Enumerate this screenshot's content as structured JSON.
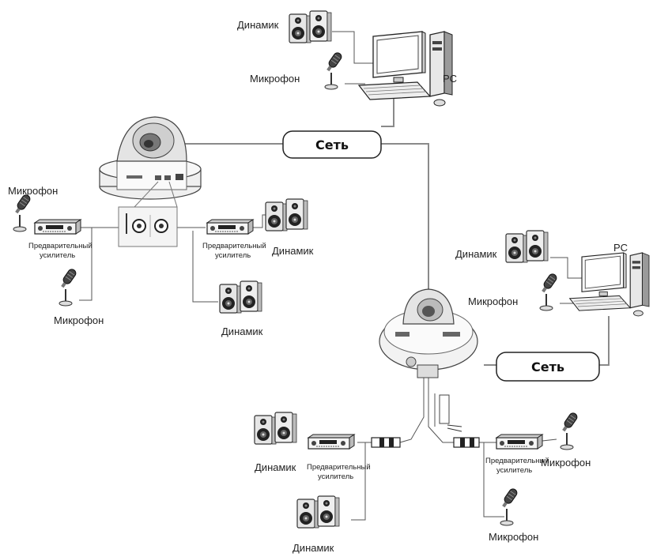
{
  "labels": {
    "speaker": "Динамик",
    "microphone": "Микрофон",
    "pc": "PC",
    "network": "Сеть",
    "preamp_line1": "Предварительный",
    "preamp_line2": "усилитель"
  },
  "colors": {
    "wire": "#8a8a8a",
    "device_body": "#f2f2f2",
    "device_outline": "#333333",
    "speaker_body": "#e6e6e6",
    "speaker_cone": "#222222"
  }
}
